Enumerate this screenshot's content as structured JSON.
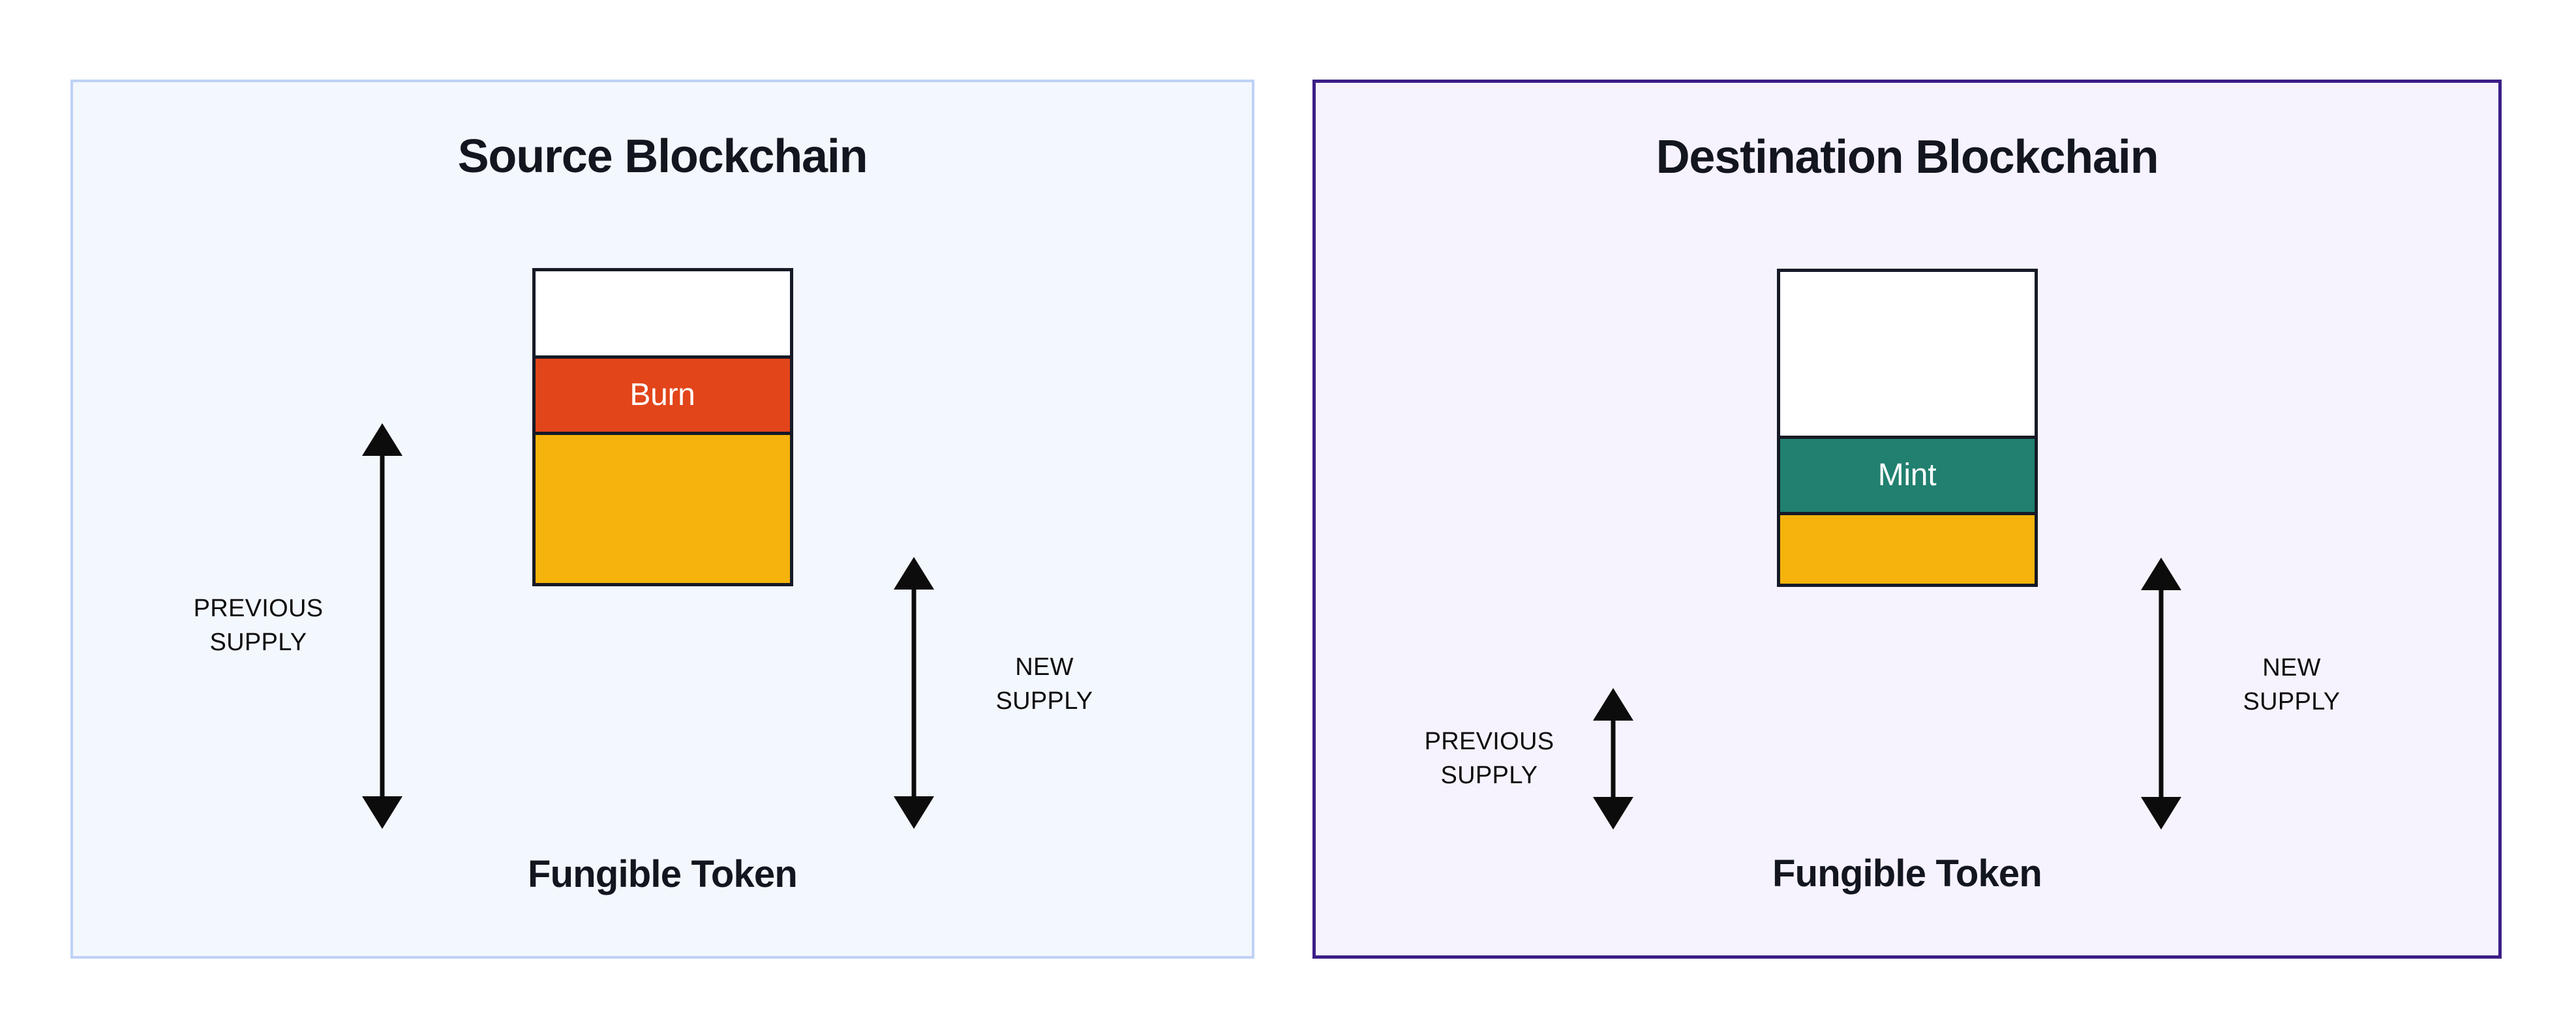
{
  "diagram": {
    "title": "Burn and Mint token bridging supply diagram",
    "colors": {
      "burn": "#E2451A",
      "mint": "#21806F",
      "existing_supply": "#F5B30B",
      "bar_outline": "#161A26",
      "source_panel_border": "#BFD2F5",
      "source_panel_fill": "#F3F7FE",
      "destination_panel_border": "#3C1E87",
      "destination_panel_fill": "#F6F3FE",
      "text": "#13161F",
      "label_text": "#0C0C0C",
      "segment_label_text": "#FFFFFF"
    }
  },
  "panels": [
    {
      "id": "source",
      "title": "Source Blockchain",
      "caption": "Fungible Token",
      "bar": {
        "segments": [
          {
            "id": "headroom",
            "label": "",
            "kind": "empty",
            "height_pct": 27.0
          },
          {
            "id": "burn",
            "label": "Burn",
            "kind": "burn",
            "height_pct": 25.5
          },
          {
            "id": "existing",
            "label": "",
            "kind": "existing",
            "height_pct": 47.5
          }
        ]
      },
      "measures": [
        {
          "id": "previous-supply",
          "label_line1": "PREVIOUS",
          "label_line2": "SUPPLY",
          "side": "left",
          "covers": [
            "burn",
            "existing"
          ]
        },
        {
          "id": "new-supply",
          "label_line1": "NEW",
          "label_line2": "SUPPLY",
          "side": "right",
          "covers": [
            "existing"
          ]
        }
      ]
    },
    {
      "id": "destination",
      "title": "Destination Blockchain",
      "caption": "Fungible Token",
      "bar": {
        "segments": [
          {
            "id": "headroom",
            "label": "",
            "kind": "empty",
            "height_pct": 52.5
          },
          {
            "id": "mint",
            "label": "Mint",
            "kind": "mint",
            "height_pct": 25.5
          },
          {
            "id": "existing",
            "label": "",
            "kind": "existing",
            "height_pct": 22.0
          }
        ]
      },
      "measures": [
        {
          "id": "previous-supply",
          "label_line1": "PREVIOUS",
          "label_line2": "SUPPLY",
          "side": "left",
          "covers": [
            "existing"
          ]
        },
        {
          "id": "new-supply",
          "label_line1": "NEW",
          "label_line2": "SUPPLY",
          "side": "right",
          "covers": [
            "mint",
            "existing"
          ]
        }
      ]
    }
  ]
}
